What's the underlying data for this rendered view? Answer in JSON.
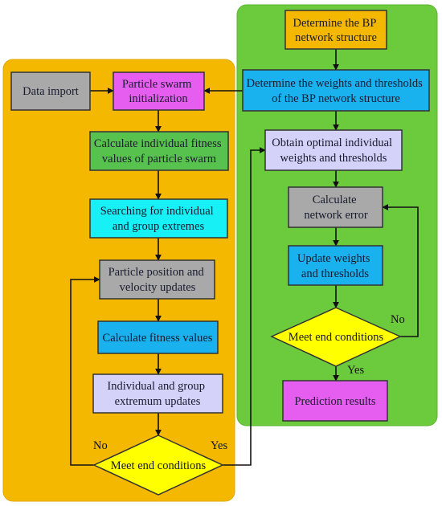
{
  "colors": {
    "left_panel": "#f5b800",
    "right_panel": "#6bcb3d",
    "border": "#333333",
    "gray": "#a9a9a9",
    "magenta": "#e65ef0",
    "green": "#58c24f",
    "cyan": "#17f0f5",
    "blue": "#19b2ee",
    "lavender": "#d4d2f8",
    "orange": "#f5b800",
    "yellow": "#ffff00",
    "arrow": "#111111"
  },
  "left_flow": {
    "data_import": [
      "Data import"
    ],
    "pso_init": [
      "Particle swarm",
      "initialization"
    ],
    "calc_fitness_swarm": [
      "Calculate individual fitness",
      "values of particle swarm"
    ],
    "search_extremes": [
      "Searching for individual",
      "and group extremes"
    ],
    "position_velocity": [
      "Particle position and",
      "velocity updates"
    ],
    "calc_fitness": [
      "Calculate fitness values"
    ],
    "extremum_updates": [
      "Individual and group",
      "extremum updates"
    ],
    "end_conditions": [
      "Meet end conditions"
    ],
    "no_label": "No",
    "yes_label": "Yes"
  },
  "right_flow": {
    "bp_structure": [
      "Determine the BP",
      "network structure"
    ],
    "weights_thresholds": [
      "Determine the weights and thresholds",
      "of the BP network structure"
    ],
    "optimal_weights": [
      "Obtain optimal individual",
      "weights and thresholds"
    ],
    "network_error": [
      "Calculate",
      "network error"
    ],
    "update_weights": [
      "Update weights",
      "and thresholds"
    ],
    "end_conditions": [
      "Meet end conditions"
    ],
    "no_label": "No",
    "yes_label": "Yes",
    "prediction": [
      "Prediction results"
    ]
  }
}
